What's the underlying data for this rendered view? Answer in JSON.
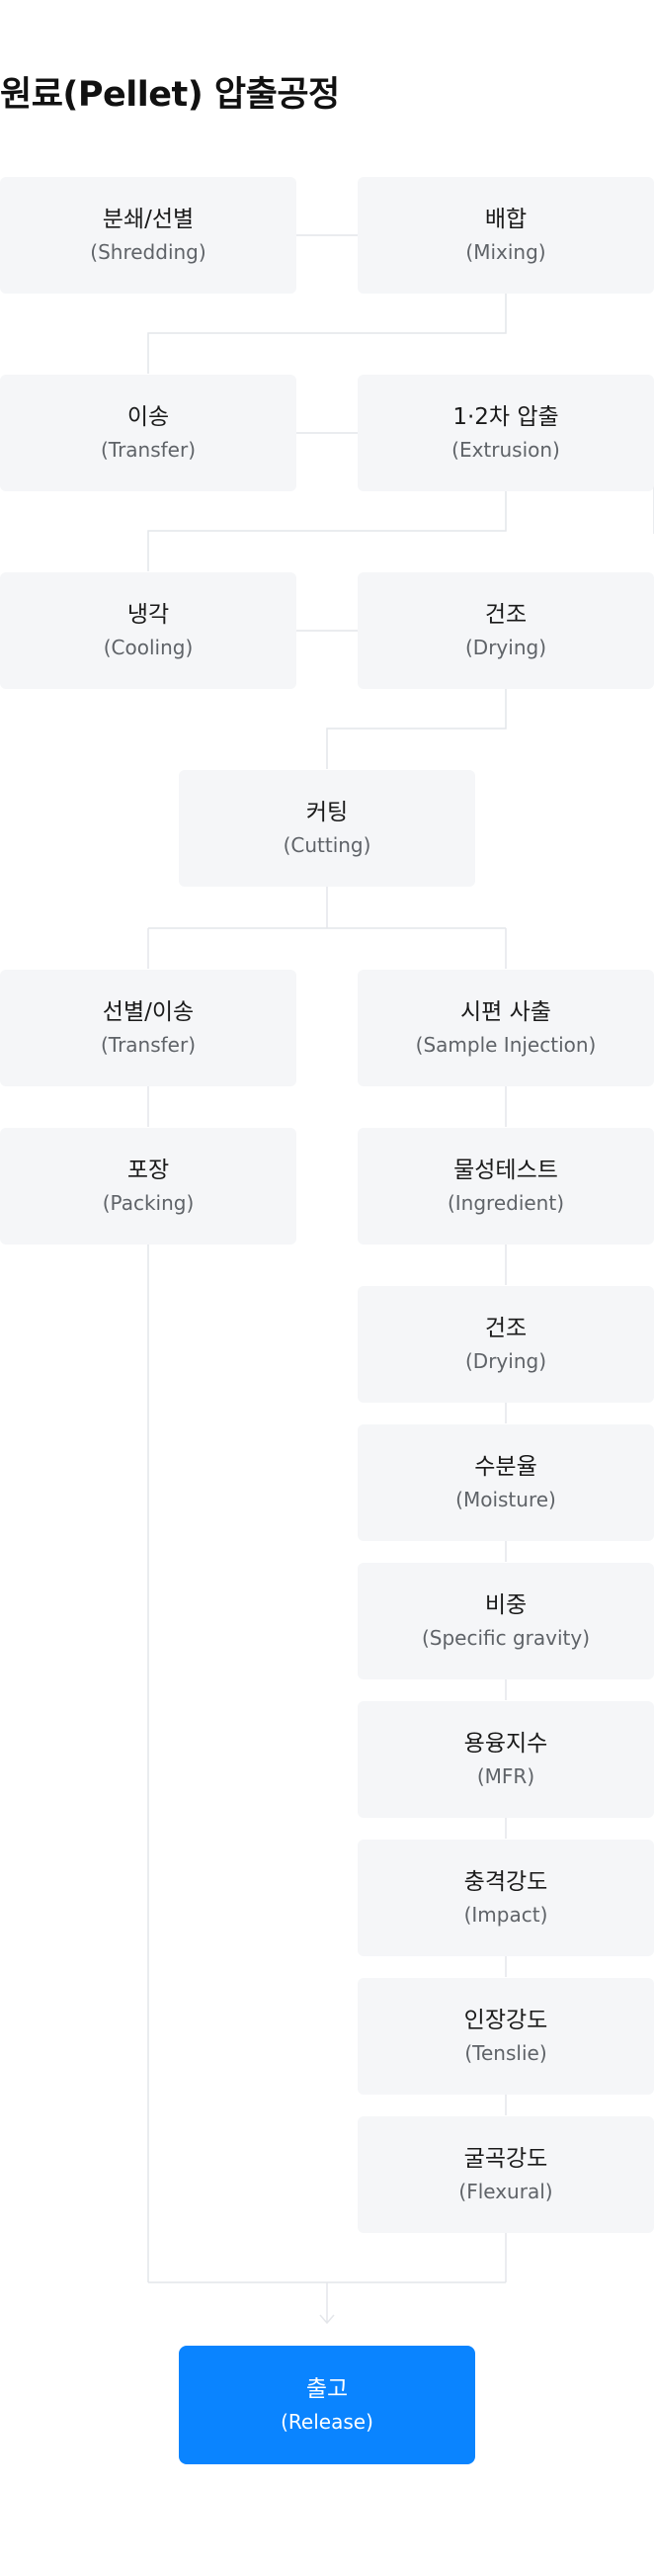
{
  "title": "원료(Pellet) 압출공정",
  "nodes": {
    "shredding": {
      "ko": "분쇄/선별",
      "en": "(Shredding)"
    },
    "mixing": {
      "ko": "배합",
      "en": "(Mixing)"
    },
    "transfer": {
      "ko": "이송",
      "en": "(Transfer)"
    },
    "extrusion": {
      "ko": "1·2차 압출",
      "en": "(Extrusion)"
    },
    "cooling": {
      "ko": "냉각",
      "en": "(Cooling)"
    },
    "drying": {
      "ko": "건조",
      "en": "(Drying)"
    },
    "cutting": {
      "ko": "커팅",
      "en": "(Cutting)"
    },
    "sorting_transfer": {
      "ko": "선별/이송",
      "en": "(Transfer)"
    },
    "sample_injection": {
      "ko": "시편 사출",
      "en": "(Sample Injection)"
    },
    "packing": {
      "ko": "포장",
      "en": "(Packing)"
    },
    "property_test": {
      "ko": "물성테스트",
      "en": "(Ingredient)"
    },
    "test_drying": {
      "ko": "건조",
      "en": "(Drying)"
    },
    "moisture": {
      "ko": "수분율",
      "en": "(Moisture)"
    },
    "specific_gravity": {
      "ko": "비중",
      "en": "(Specific gravity)"
    },
    "mfr": {
      "ko": "용융지수",
      "en": "(MFR)"
    },
    "impact": {
      "ko": "충격강도",
      "en": "(Impact)"
    },
    "tensile": {
      "ko": "인장강도",
      "en": "(Tenslie)"
    },
    "flexural": {
      "ko": "굴곡강도",
      "en": "(Flexural)"
    },
    "release": {
      "ko": "출고",
      "en": "(Release)"
    }
  },
  "colors": {
    "node_bg": "#f5f6f8",
    "connector": "#e4e6ea",
    "release_bg": "#0a84ff",
    "release_text": "#ffffff"
  }
}
